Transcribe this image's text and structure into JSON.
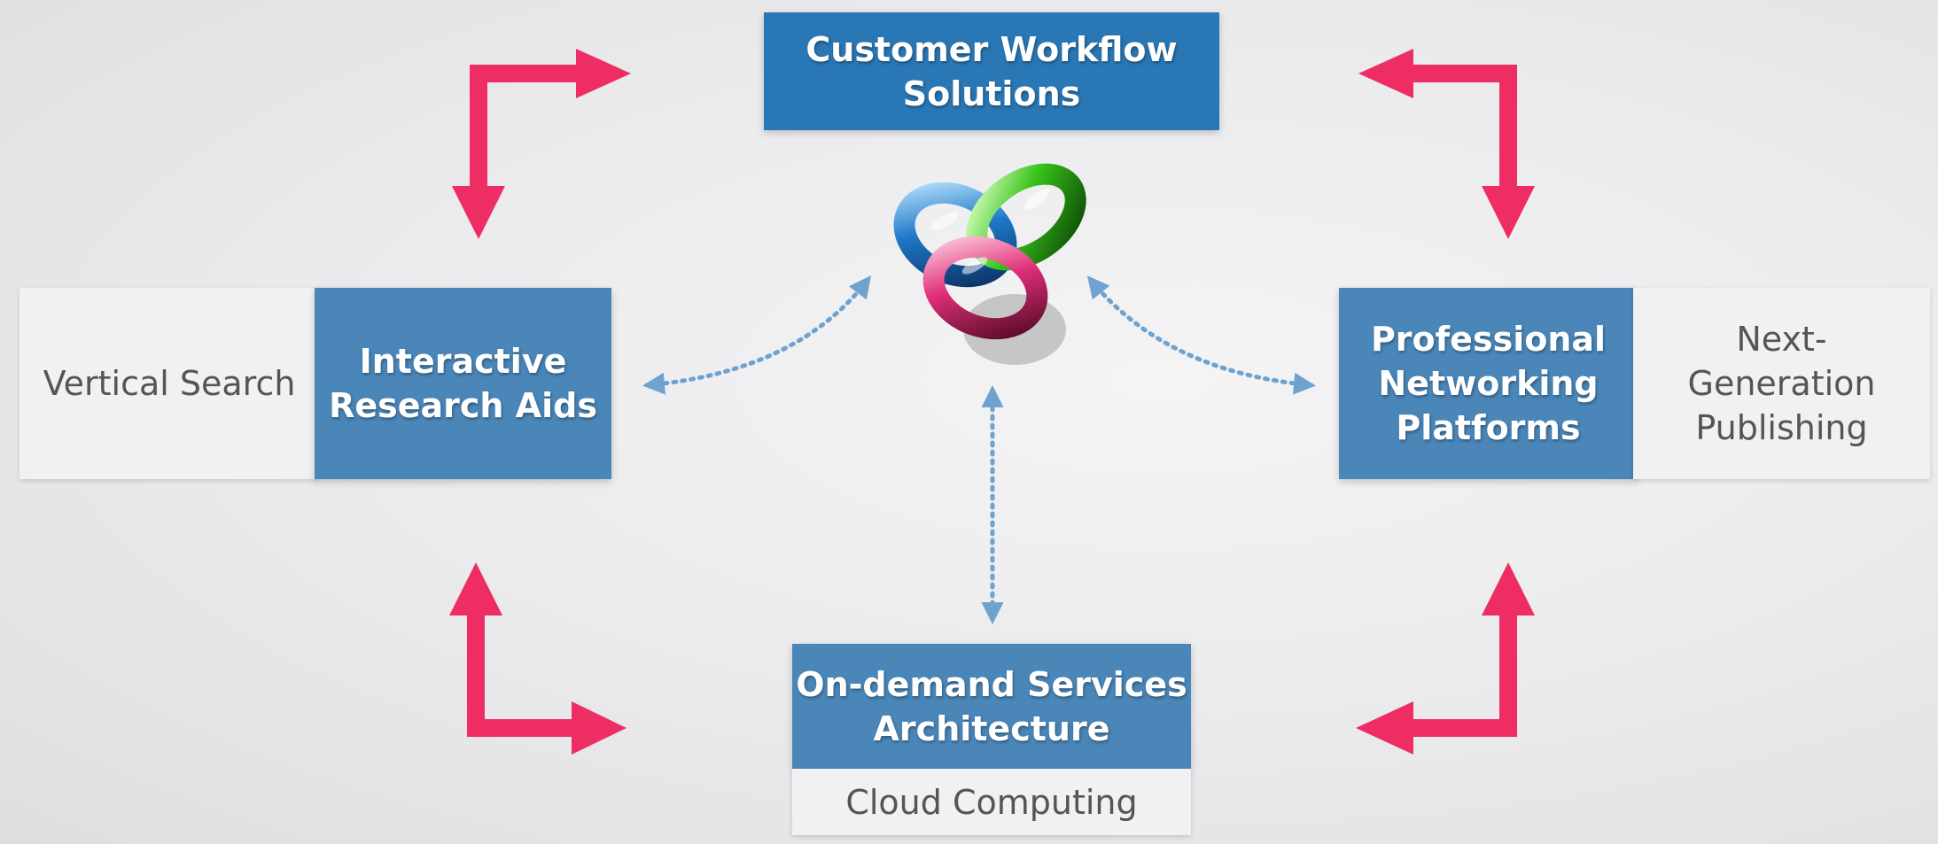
{
  "top": {
    "title": "Customer Workflow\nSolutions"
  },
  "left": {
    "title": "Interactive\nResearch Aids",
    "side_label": "Vertical Search"
  },
  "right": {
    "title": "Professional\nNetworking\nPlatforms",
    "side_label": "Next-\nGeneration\nPublishing"
  },
  "bottom": {
    "title": "On-demand Services\nArchitecture",
    "sub_label": "Cloud Computing"
  },
  "colors": {
    "primary_box": "#4a86b8",
    "top_box": "#2977b5",
    "secondary_box": "#f1f1f2",
    "arrow": "#ee2d65",
    "connector": "#6fa3cf"
  }
}
